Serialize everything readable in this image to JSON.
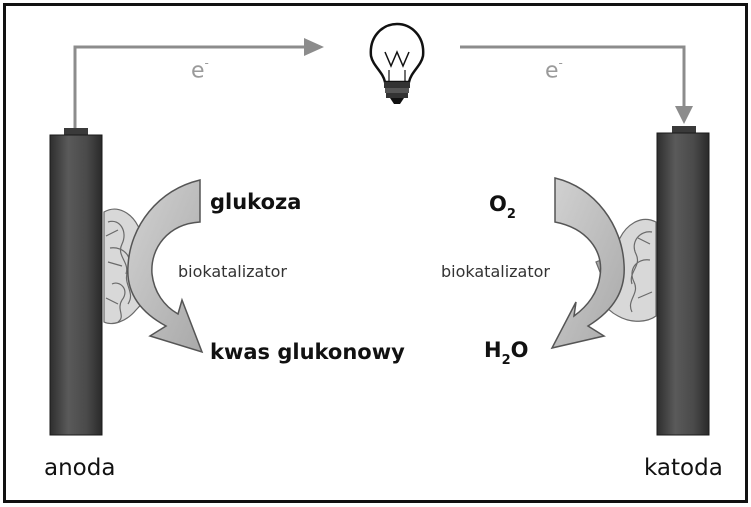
{
  "electron_label": {
    "symbol": "e",
    "charge": "-"
  },
  "anode": {
    "label": "anoda",
    "reactant": "glukoza",
    "product": "kwas glukonowy",
    "catalyst": "biokatalizator"
  },
  "cathode": {
    "label": "katoda",
    "reactant": {
      "main": "O",
      "sub": "2"
    },
    "product": {
      "main": "H",
      "sub": "2",
      "tail": "O"
    },
    "catalyst": "biokatalizator"
  },
  "icons": {
    "bulb": "light-bulb-icon",
    "enzyme": "enzyme-protein-icon"
  },
  "colors": {
    "electrode": "#4a4a4a",
    "wire": "#8c8c8c",
    "arrow_fill": "#bdbdbd",
    "text": "#111111"
  }
}
